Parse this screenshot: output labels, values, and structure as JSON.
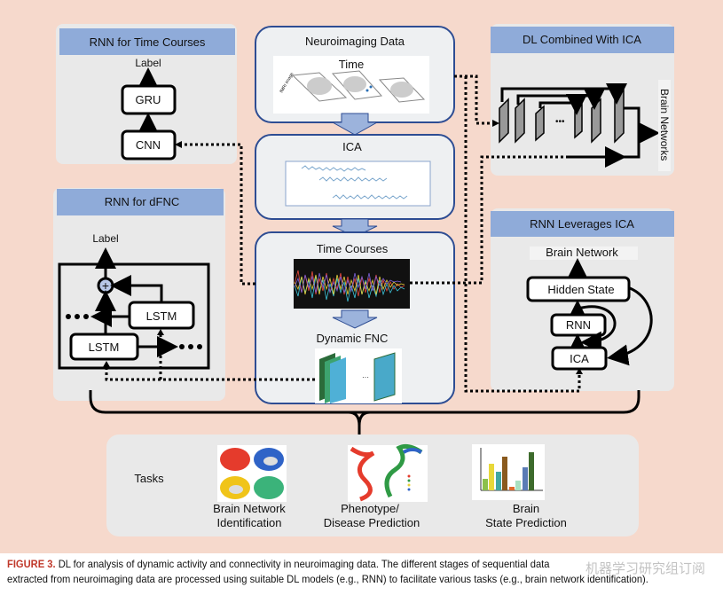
{
  "colors": {
    "background": "#f6d9cc",
    "panel": "#e9e9e9",
    "header": "#8fabd9",
    "box_border": "#2e4d93"
  },
  "panels": {
    "time_courses": {
      "title": "RNN for Time Courses",
      "label": "Label",
      "gru": "GRU",
      "cnn": "CNN"
    },
    "dfnc": {
      "title": "RNN for dFNC",
      "label": "Label",
      "lstm_top": "LSTM",
      "lstm_bottom": "LSTM"
    },
    "dl_ica": {
      "title": "DL Combined With ICA",
      "output": "Brain Networks"
    },
    "rnn_ica": {
      "title": "RNN Leverages ICA",
      "output": "Brain Network",
      "hidden": "Hidden State",
      "rnn": "RNN",
      "ica": "ICA"
    }
  },
  "pipeline": {
    "neuro": {
      "title": "Neuroimaging Data",
      "time": "Time",
      "image_label": "fMRI image"
    },
    "ica": {
      "title": "ICA"
    },
    "tc": {
      "title": "Time Courses",
      "dfnc": "Dynamic FNC"
    }
  },
  "tasks": {
    "label": "Tasks",
    "items": [
      {
        "line1": "Brain Network",
        "line2": "Identification"
      },
      {
        "line1": "Phenotype/",
        "line2": "Disease Prediction"
      },
      {
        "line1": "Brain",
        "line2": "State Prediction"
      }
    ]
  },
  "caption": {
    "figure": "FIGURE 3.",
    "line1": "DL for analysis of dynamic activity and connectivity in neuroimaging data. The different stages of sequential data",
    "line2": "extracted from neuroimaging data are processed using suitable DL models (e.g., RNN) to facilitate various tasks (e.g., brain network identification)."
  },
  "watermark": "机器学习研究组订阅"
}
